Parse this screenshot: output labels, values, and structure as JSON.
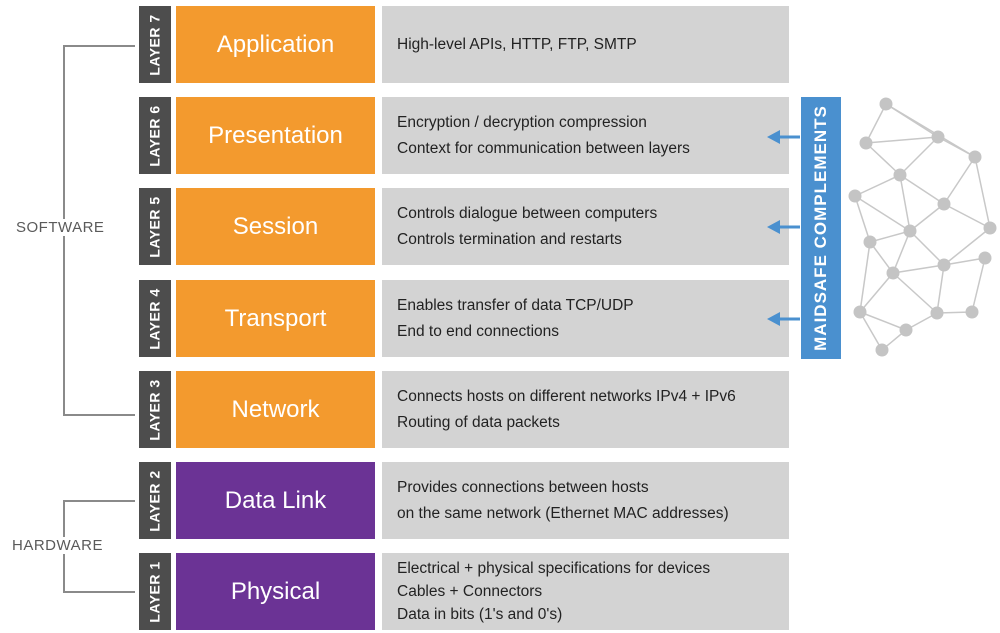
{
  "layers": [
    {
      "tag": "LAYER 7",
      "name": "Application",
      "color": "#f39a2e",
      "lines": [
        "High-level APIs, HTTP, FTP, SMTP"
      ]
    },
    {
      "tag": "LAYER 6",
      "name": "Presentation",
      "color": "#f39a2e",
      "lines": [
        "Encryption / decryption compression",
        "Context for communication between layers"
      ]
    },
    {
      "tag": "LAYER 5",
      "name": "Session",
      "color": "#f39a2e",
      "lines": [
        "Controls dialogue between computers",
        "Controls termination and restarts"
      ]
    },
    {
      "tag": "LAYER 4",
      "name": "Transport",
      "color": "#f39a2e",
      "lines": [
        "Enables transfer of data TCP/UDP",
        "End to end connections"
      ]
    },
    {
      "tag": "LAYER 3",
      "name": "Network",
      "color": "#f39a2e",
      "lines": [
        "Connects hosts on different networks IPv4 + IPv6",
        "Routing of data packets"
      ]
    },
    {
      "tag": "LAYER 2",
      "name": "Data Link",
      "color": "#6b3395",
      "lines": [
        "Provides connections between hosts",
        "on the same network (Ethernet MAC addresses)"
      ]
    },
    {
      "tag": "LAYER 1",
      "name": "Physical",
      "color": "#6b3395",
      "lines": [
        "Electrical + physical specifications for devices",
        "Cables + Connectors",
        "Data in bits (1's and 0's)"
      ]
    }
  ],
  "groups": {
    "software": "SOFTWARE",
    "hardware": "HARDWARE"
  },
  "maidsafe": {
    "label": "MAIDSAFE COMPLEMENTS",
    "color": "#4a90cf"
  },
  "icons": {
    "arrow": "left-arrow-icon",
    "network": "network-mesh-icon"
  }
}
